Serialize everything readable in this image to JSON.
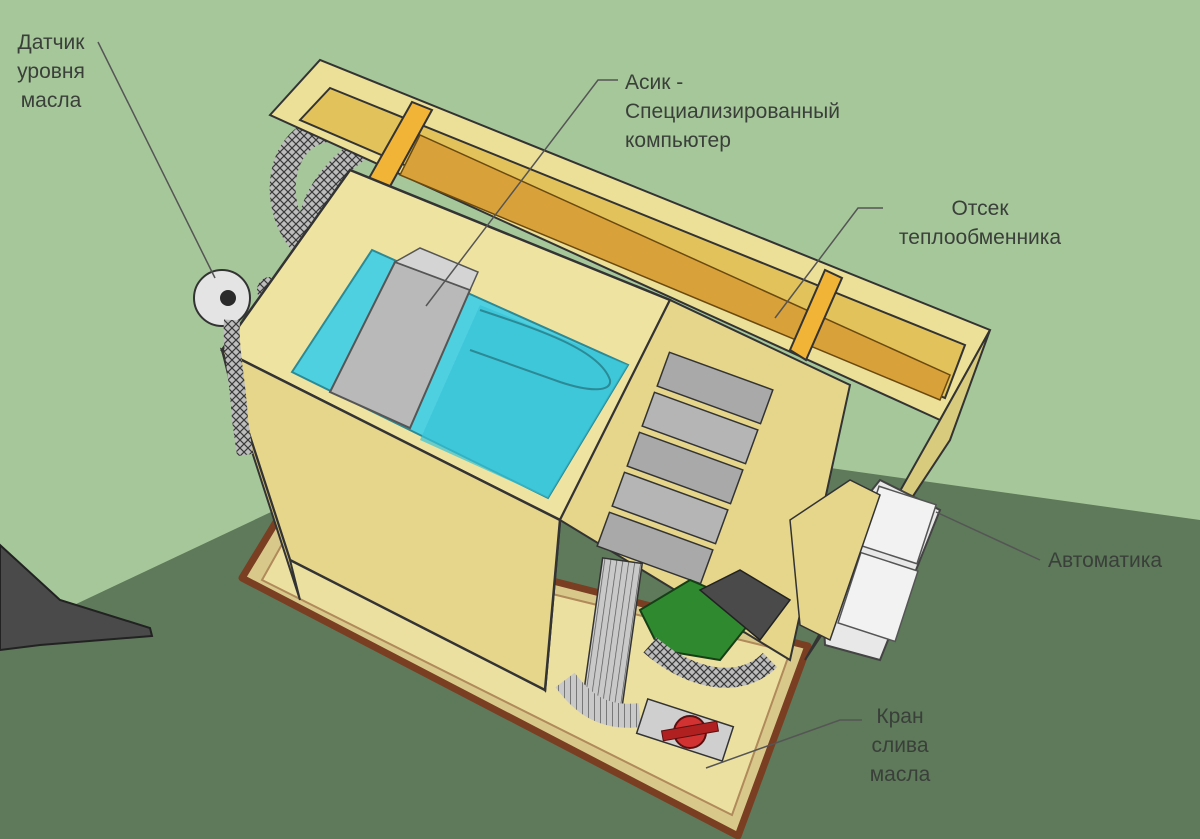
{
  "labels": {
    "oil_level_sensor": [
      "Датчик",
      "уровня",
      "масла"
    ],
    "asic": [
      "Асик -",
      "Специализированный",
      "компьютер"
    ],
    "heat_exchanger_compartment": [
      "Отсек",
      "теплообменника"
    ],
    "automation": [
      "Автоматика"
    ],
    "oil_drain_valve": [
      "Кран",
      "слива",
      "масла"
    ]
  },
  "colors": {
    "background": "#a6c79a",
    "floor_shadow": "#5e7a5a",
    "tank_wall": "#ecdf98",
    "tank_wall_shade": "#d9cb7e",
    "oil": "#4fd0e0",
    "asic_block": "#b9b9b9",
    "heat_exchanger": "#d9a13a",
    "base_frame": "#8a4a2a",
    "leader_line": "#555555"
  }
}
